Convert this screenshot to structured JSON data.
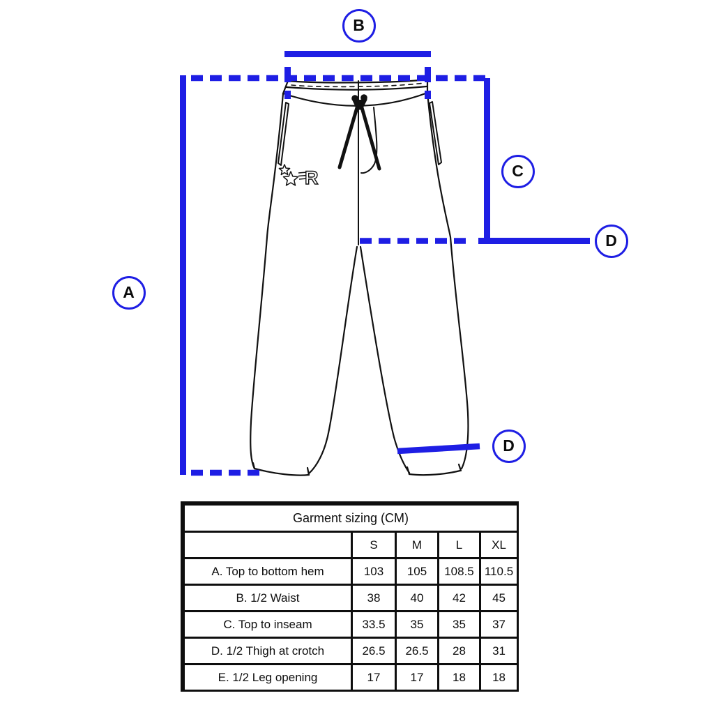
{
  "diagram": {
    "description": "Technical flat drawing of sweatpants with blue dimension callout lines",
    "colors": {
      "dimension_blue": "#1e1ee4",
      "outline_black": "#111111"
    },
    "logo_text": "R",
    "callouts": [
      {
        "label": "B"
      },
      {
        "label": "C"
      },
      {
        "label": "D"
      },
      {
        "label": "A"
      },
      {
        "label": "D"
      }
    ]
  },
  "table": {
    "title": "Garment sizing (CM)",
    "columns": [
      "S",
      "M",
      "L",
      "XL"
    ],
    "rows": [
      {
        "label": "A. Top to bottom hem",
        "values": [
          "103",
          "105",
          "108.5",
          "110.5"
        ]
      },
      {
        "label": "B. 1/2 Waist",
        "values": [
          "38",
          "40",
          "42",
          "45"
        ]
      },
      {
        "label": "C. Top to inseam",
        "values": [
          "33.5",
          "35",
          "35",
          "37"
        ]
      },
      {
        "label": "D. 1/2 Thigh at crotch",
        "values": [
          "26.5",
          "26.5",
          "28",
          "31"
        ]
      },
      {
        "label": "E. 1/2 Leg opening",
        "values": [
          "17",
          "17",
          "18",
          "18"
        ]
      }
    ]
  }
}
